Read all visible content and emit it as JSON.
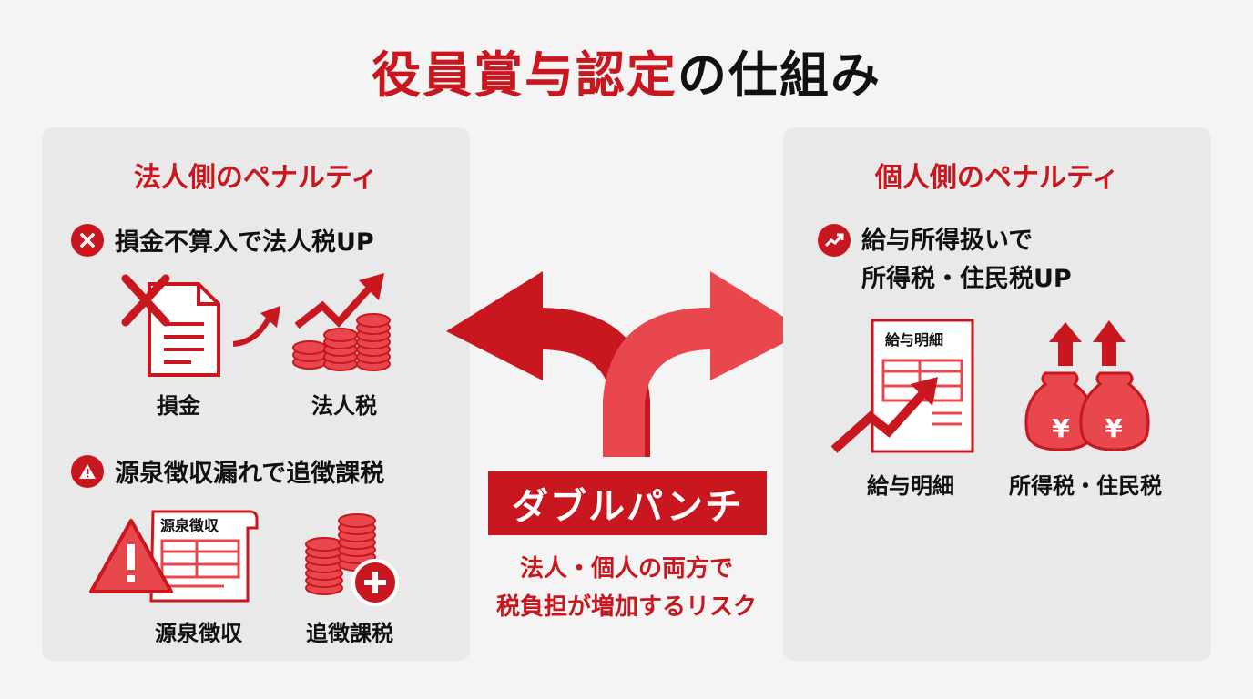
{
  "title": {
    "part_red": "役員賞与認定",
    "part_black": "の仕組み"
  },
  "left_panel": {
    "heading": "法人側のペナルティ",
    "item1": {
      "text": "損金不算入で法人税UP",
      "icon": "x-circle-icon",
      "label_a": "損金",
      "label_b": "法人税"
    },
    "item2": {
      "text": "源泉徴収漏れで追徴課税",
      "icon": "warning-circle-icon",
      "doc_header": "源泉徴収",
      "label_a": "源泉徴収",
      "label_b": "追徴課税"
    }
  },
  "right_panel": {
    "heading": "個人側のペナルティ",
    "item1": {
      "line1": "給与所得扱いで",
      "line2": "所得税・住民税UP",
      "icon": "trend-up-circle-icon",
      "doc_header": "給与明細",
      "label_a": "給与明細",
      "label_b": "所得税・住民税",
      "bag_symbol": "¥"
    }
  },
  "center": {
    "badge": "ダブルパンチ",
    "note_line1": "法人・個人の両方で",
    "note_line2": "税負担が増加するリスク"
  },
  "colors": {
    "accent": "#c8171e",
    "accent_light": "#e8474d",
    "panel_bg": "#e9e9e9"
  }
}
